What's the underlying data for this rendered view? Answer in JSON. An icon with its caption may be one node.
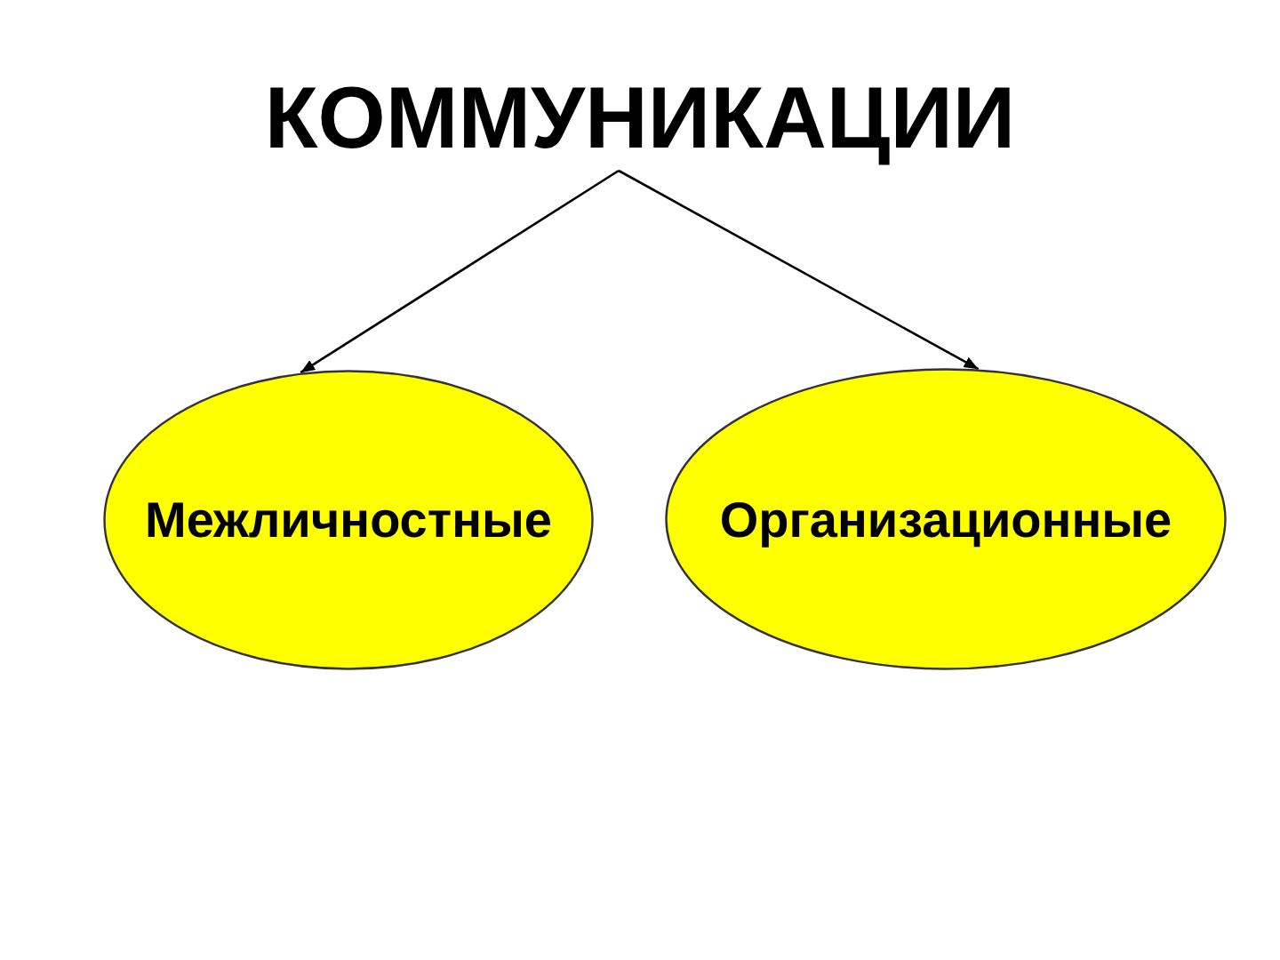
{
  "diagram": {
    "nodes": [
      {
        "text": [
          "КОММУНИКАЦИИ"
        ]
      },
      {
        "text": [
          "Межличностные"
        ]
      },
      {
        "text": [
          "Организационные"
        ]
      }
    ],
    "edges": [
      {
        "from": 0,
        "to": 1,
        "arrow": "to"
      },
      {
        "from": 0,
        "to": 2,
        "arrow": "to"
      }
    ]
  }
}
